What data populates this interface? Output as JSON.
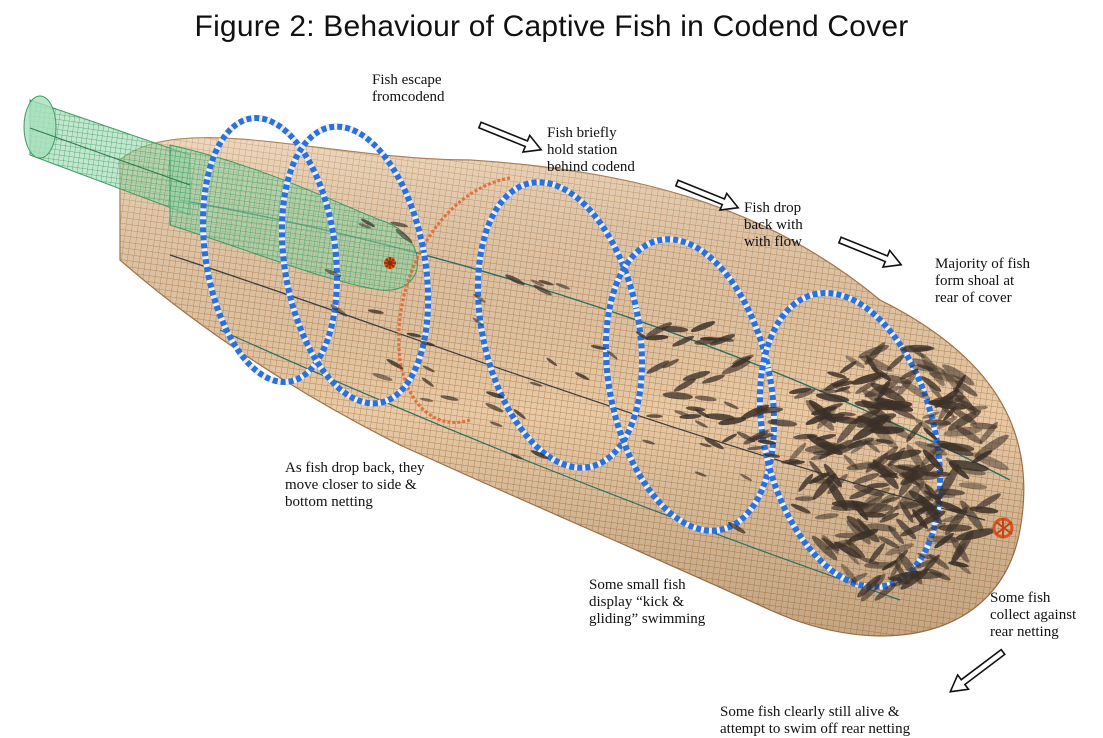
{
  "title": "Figure 2: Behaviour of Captive Fish in Codend Cover",
  "colors": {
    "net_mesh": "#c9a27a",
    "net_fill": "#e8c9a5",
    "hoop": "#2e6fd8",
    "hoop_dash": "#e8f0ff",
    "codend": "#5fbf7f",
    "knot": "#d9531e",
    "fish": "#3b3028"
  },
  "annotations": {
    "escape": "Fish escape\nfromcodend",
    "hold": "Fish briefly\nhold station\nbehind codend",
    "drop": "Fish drop\nback with\nwith flow",
    "shoal": "Majority of fish\nform shoal at\nrear of cover",
    "closer": "As fish drop back, they\nmove closer to side &\nbottom netting",
    "kick": "Some small fish\ndisplay “kick &\ngliding” swimming",
    "collect": "Some fish\ncollect against\nrear netting",
    "alive": "Some fish clearly still alive &\nattempt to swim off rear netting"
  },
  "icons": {
    "arrow": "hollow-arrow-icon",
    "knot": "drawstring-knot-icon"
  }
}
